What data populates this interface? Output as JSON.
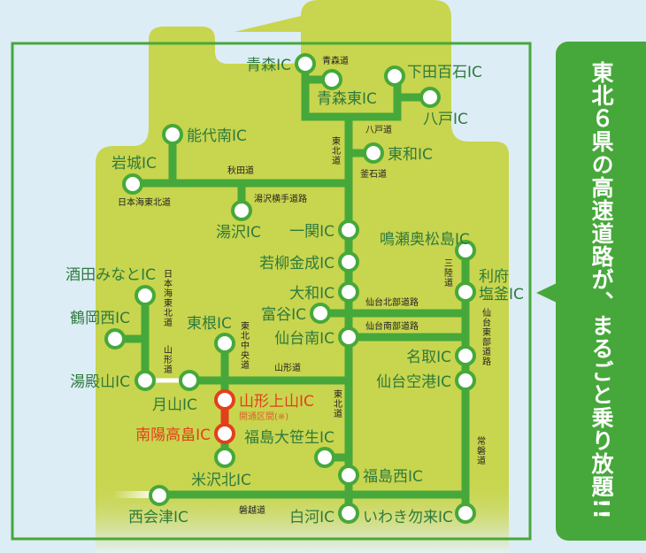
{
  "callout": {
    "text": "東北６県の高速道路が、まるごと乗り放題!!"
  },
  "colors": {
    "land": "#c8d54e",
    "sea": "#dcedf6",
    "line": "#46a83a",
    "label": "#2e7a3d",
    "new_section": "#e2401c"
  },
  "interchanges": {
    "aomori": "青森IC",
    "aomori_higashi": "青森東IC",
    "shimoda": "下田百石IC",
    "hachinohe": "八戸IC",
    "towa": "東和IC",
    "noshiro": "能代南IC",
    "iwaki_akita": "岩城IC",
    "yuzawa": "湯沢IC",
    "ichinoseki": "一関IC",
    "wakayanagi": "若柳金成IC",
    "taiwa": "大和IC",
    "tomiya": "富谷IC",
    "sendai_minami": "仙台南IC",
    "naruse": "鳴瀬奥松島IC",
    "rifu": "利府",
    "shiogama": "塩釜IC",
    "natori": "名取IC",
    "sendai_airport": "仙台空港IC",
    "sakata": "酒田みなとIC",
    "tsuruoka": "鶴岡西IC",
    "yudonosan": "湯殿山IC",
    "gassan": "月山IC",
    "higashine": "東根IC",
    "yamagata_kaminoyama": "山形上山IC",
    "nanyo": "南陽高畠IC",
    "yonezawa": "米沢北IC",
    "fukushima_osasou": "福島大笹生IC",
    "fukushima_nishi": "福島西IC",
    "nishiaizu": "西会津IC",
    "shirakawa": "白河IC",
    "iwaki_nakoso": "いわき勿来IC"
  },
  "note": "開通区間(※)",
  "roads": {
    "aomori": "青森道",
    "hachinohe": "八戸道",
    "tohoku": "東北道",
    "kamaishi": "釜石道",
    "akita": "秋田道",
    "nihonkai_tohoku_h": "日本海東北道",
    "yuzawa_yokote": "湯沢横手道路",
    "sanriku": "三陸道",
    "sendai_hokubu": "仙台北部道路",
    "sendai_nanbu": "仙台南部道路",
    "sendai_tobu": "仙台東部道路",
    "nihonkai_tohoku_v": "日本海東北道",
    "yamagata_v": "山形道",
    "tohoku_chuo": "東北中央道",
    "yamagata_h": "山形道",
    "tohoku_2": "東北道",
    "joban": "常磐道",
    "banetsu": "磐越道"
  }
}
